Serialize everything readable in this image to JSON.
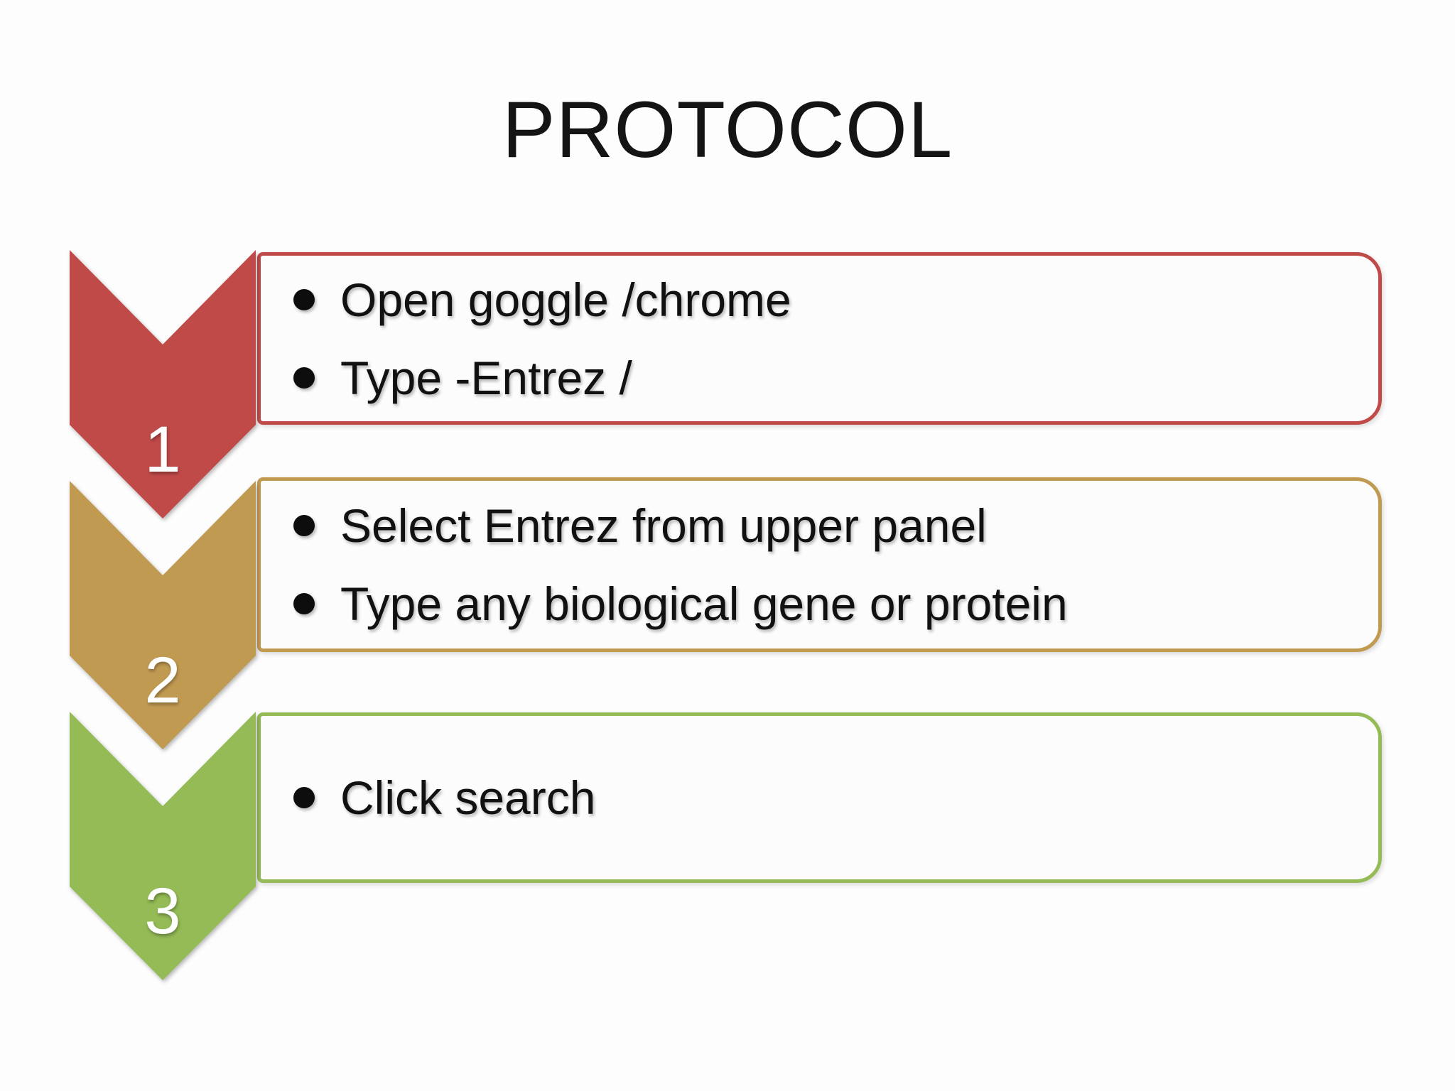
{
  "slide": {
    "title": "PROTOCOL",
    "colors": {
      "step1_red": "#c04a48",
      "step2_gold": "#c19a52",
      "step3_green": "#94bb56",
      "text": "#111111",
      "box_background": "#fdfcfc"
    },
    "steps": [
      {
        "number": "1",
        "bullets": [
          "Open goggle /chrome",
          "Type -Entrez /"
        ]
      },
      {
        "number": "2",
        "bullets": [
          "Select Entrez from upper panel",
          "Type any biological gene or protein"
        ]
      },
      {
        "number": "3",
        "bullets": [
          "Click search"
        ]
      }
    ]
  }
}
